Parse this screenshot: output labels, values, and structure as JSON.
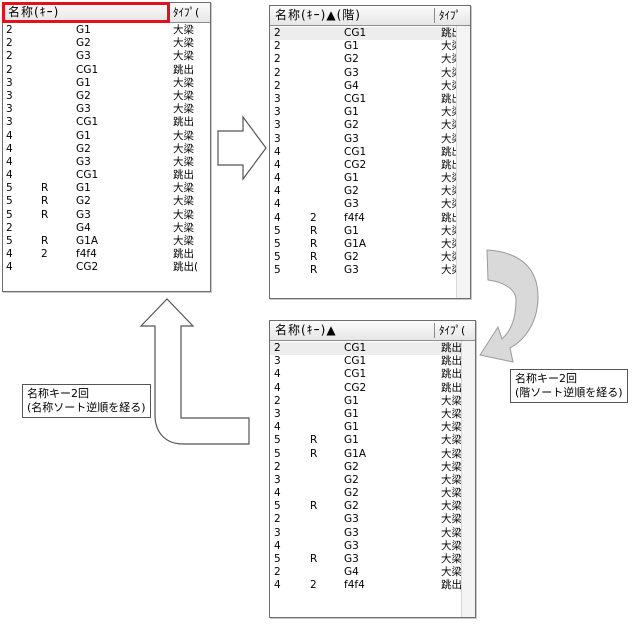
{
  "panel_tl": {
    "header": {
      "col1": "名称(ｷｰ)",
      "col3": "ﾀｲﾌﾟ("
    },
    "rows": [
      [
        "2",
        "",
        "G1",
        "大梁"
      ],
      [
        "2",
        "",
        "G2",
        "大梁"
      ],
      [
        "2",
        "",
        "G3",
        "大梁"
      ],
      [
        "2",
        "",
        "CG1",
        "跳出"
      ],
      [
        "3",
        "",
        "G1",
        "大梁"
      ],
      [
        "3",
        "",
        "G2",
        "大梁"
      ],
      [
        "3",
        "",
        "G3",
        "大梁"
      ],
      [
        "3",
        "",
        "CG1",
        "跳出"
      ],
      [
        "4",
        "",
        "G1",
        "大梁"
      ],
      [
        "4",
        "",
        "G2",
        "大梁"
      ],
      [
        "4",
        "",
        "G3",
        "大梁"
      ],
      [
        "4",
        "",
        "CG1",
        "跳出"
      ],
      [
        "5",
        "R",
        "G1",
        "大梁"
      ],
      [
        "5",
        "R",
        "G2",
        "大梁"
      ],
      [
        "5",
        "R",
        "G3",
        "大梁"
      ],
      [
        "2",
        "",
        "G4",
        "大梁"
      ],
      [
        "5",
        "R",
        "G1A",
        "大梁"
      ],
      [
        "4",
        "2",
        "f4f4",
        "跳出"
      ],
      [
        "4",
        "",
        "CG2",
        "跳出("
      ]
    ]
  },
  "panel_tr": {
    "header": {
      "col1": "名称(ｷｰ)▲(階)",
      "col3": "ﾀｲﾌﾟ"
    },
    "rows": [
      [
        "2",
        "",
        "CG1",
        "跳出"
      ],
      [
        "2",
        "",
        "G1",
        "大梁"
      ],
      [
        "2",
        "",
        "G2",
        "大梁"
      ],
      [
        "2",
        "",
        "G3",
        "大梁"
      ],
      [
        "2",
        "",
        "G4",
        "大梁"
      ],
      [
        "3",
        "",
        "CG1",
        "跳出"
      ],
      [
        "3",
        "",
        "G1",
        "大梁"
      ],
      [
        "3",
        "",
        "G2",
        "大梁"
      ],
      [
        "3",
        "",
        "G3",
        "大梁"
      ],
      [
        "4",
        "",
        "CG1",
        "跳出"
      ],
      [
        "4",
        "",
        "CG2",
        "跳出"
      ],
      [
        "4",
        "",
        "G1",
        "大梁"
      ],
      [
        "4",
        "",
        "G2",
        "大梁"
      ],
      [
        "4",
        "",
        "G3",
        "大梁"
      ],
      [
        "4",
        "2",
        "f4f4",
        "跳出"
      ],
      [
        "5",
        "R",
        "G1",
        "大梁"
      ],
      [
        "5",
        "R",
        "G1A",
        "大梁"
      ],
      [
        "5",
        "R",
        "G2",
        "大梁"
      ],
      [
        "5",
        "R",
        "G3",
        "大梁"
      ]
    ]
  },
  "panel_br": {
    "header": {
      "col1": "名称(ｷｰ)▲",
      "col3": "ﾀｲﾌﾟ("
    },
    "rows": [
      [
        "2",
        "",
        "CG1",
        "跳出"
      ],
      [
        "3",
        "",
        "CG1",
        "跳出"
      ],
      [
        "4",
        "",
        "CG1",
        "跳出"
      ],
      [
        "4",
        "",
        "CG2",
        "跳出"
      ],
      [
        "2",
        "",
        "G1",
        "大梁"
      ],
      [
        "3",
        "",
        "G1",
        "大梁"
      ],
      [
        "4",
        "",
        "G1",
        "大梁"
      ],
      [
        "5",
        "R",
        "G1",
        "大梁"
      ],
      [
        "5",
        "R",
        "G1A",
        "大梁"
      ],
      [
        "2",
        "",
        "G2",
        "大梁"
      ],
      [
        "3",
        "",
        "G2",
        "大梁"
      ],
      [
        "4",
        "",
        "G2",
        "大梁"
      ],
      [
        "5",
        "R",
        "G2",
        "大梁"
      ],
      [
        "2",
        "",
        "G3",
        "大梁"
      ],
      [
        "3",
        "",
        "G3",
        "大梁"
      ],
      [
        "4",
        "",
        "G3",
        "大梁"
      ],
      [
        "5",
        "R",
        "G3",
        "大梁"
      ],
      [
        "2",
        "",
        "G4",
        "大梁"
      ],
      [
        "4",
        "2",
        "f4f4",
        "跳出"
      ]
    ]
  },
  "notes": {
    "right_line1": "名称キー2回",
    "right_line2": "(階ソート逆順を経る)",
    "left_line1": "名称キー2回",
    "left_line2": "(名称ソート逆順を経る)"
  }
}
